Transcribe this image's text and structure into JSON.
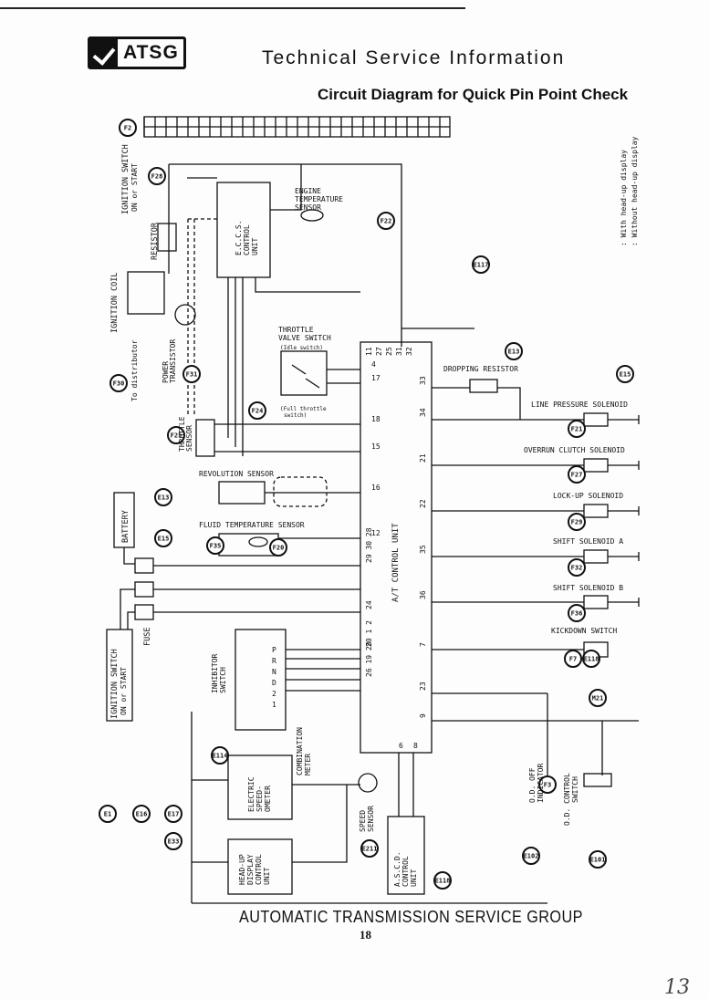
{
  "header": {
    "logo_text": "ATSG",
    "title": "Technical Service Information",
    "subtitle": "Circuit Diagram for Quick Pin Point Check"
  },
  "footer": {
    "org": "AUTOMATIC TRANSMISSION SERVICE GROUP",
    "page": "18",
    "handwritten": "13"
  },
  "legend": {
    "with_hud": ": With head-up display",
    "without_hud": ": Without head-up display"
  },
  "diagram": {
    "connectors": {
      "f2": "F2",
      "f28": "F28",
      "e13": "E13",
      "f22": "F22",
      "e117": "E117",
      "f30": "F30",
      "f31": "F31",
      "e15": "E15",
      "f25": "F25",
      "f24": "F24",
      "e13b": "E13",
      "e15b": "E15",
      "f35": "F35",
      "f20": "F20",
      "f21": "F21",
      "f27": "F27",
      "f29": "F29",
      "f32": "F32",
      "f36": "F36",
      "f7": "F7",
      "e118": "E118",
      "m21": "M21",
      "f3": "F3",
      "e114": "E114",
      "e1": "E1",
      "e16": "E16",
      "e17": "E17",
      "e33": "E33",
      "e211": "E211",
      "e118b": "E118",
      "e102": "E102",
      "e101": "E101"
    },
    "labels": {
      "ignition_switch_top": "IGNITION SWITCH",
      "ignition_switch_top2": "ON or START",
      "resistor": "RESISTOR",
      "ignition_coil": "IGNITION COIL",
      "to_distributor": "To distributor",
      "power_transistor": "POWER",
      "power_transistor2": "TRANSISTOR",
      "eccs": "E.C.C.S.",
      "eccs2": "CONTROL",
      "eccs3": "UNIT",
      "engine_temp": "ENGINE",
      "engine_temp2": "TEMPERATURE",
      "engine_temp3": "SENSOR",
      "throttle_valve": "THROTTLE",
      "throttle_valve2": "VALVE SWITCH",
      "idle_switch": "(Idle switch)",
      "full_throttle": "(Full throttle",
      "full_throttle2": "switch)",
      "throttle_sensor": "THROTTLE",
      "throttle_sensor2": "SENSOR",
      "revolution_sensor": "REVOLUTION SENSOR",
      "battery": "BATTERY",
      "fluid_temp": "FLUID TEMPERATURE SENSOR",
      "fuse": "FUSE",
      "ignition_switch_bottom": "IGNITION SWITCH",
      "ignition_switch_bottom2": "ON or START",
      "inhibitor": "INHIBITOR",
      "inhibitor2": "SWITCH",
      "combination_meter": "COMBINATION",
      "combination_meter2": "METER",
      "electric_speedo": "ELECTRIC",
      "electric_speedo2": "SPEED-",
      "electric_speedo3": "OMETER",
      "speed_sensor": "SPEED",
      "speed_sensor2": "SENSOR",
      "hud": "HEAD-UP",
      "hud2": "DISPLAY",
      "hud3": "CONTROL",
      "hud4": "UNIT",
      "ascd": "A.S.C.D.",
      "ascd2": "CONTROL",
      "ascd3": "UNIT",
      "at_control_unit": "A/T CONTROL UNIT",
      "dropping_resistor": "DROPPING RESISTOR",
      "line_pressure": "LINE PRESSURE SOLENOID",
      "overrun_clutch": "OVERRUN CLUTCH SOLENOID",
      "lockup": "LOCK-UP SOLENOID",
      "shift_a": "SHIFT SOLENOID A",
      "shift_b": "SHIFT SOLENOID B",
      "kickdown": "KICKDOWN SWITCH",
      "od_indicator": "O.D. OFF",
      "od_indicator2": "INDICATOR",
      "od_switch": "O.D. CONTROL",
      "od_switch2": "SWITCH"
    },
    "pins_left": [
      "11",
      "27",
      "25",
      "31",
      "32",
      "4",
      "17",
      "18",
      "15",
      "16",
      "12",
      "29 30 28",
      "24",
      "20 1 2",
      "26 19 28"
    ],
    "pins_right": [
      "33",
      "34",
      "21",
      "22",
      "35",
      "36",
      "7",
      "23",
      "9"
    ],
    "pins_bottom": [
      "6",
      "8"
    ],
    "inhibitor_positions": [
      "P",
      "R",
      "N",
      "D",
      "2",
      "1"
    ]
  }
}
